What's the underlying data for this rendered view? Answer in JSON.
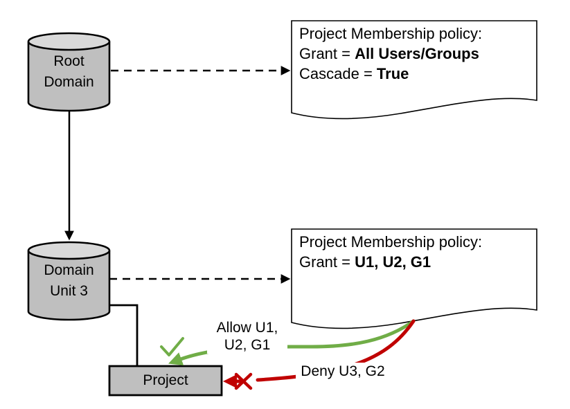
{
  "colors": {
    "green": "#70AD47",
    "red": "#C00000",
    "node_fill": "#BFBFBF",
    "node_top_fill": "#D9D9D9",
    "outline": "#000000",
    "doc_fill": "#FFFFFF"
  },
  "nodes": {
    "root_domain": {
      "line1": "Root",
      "line2": "Domain"
    },
    "domain_unit3": {
      "line1": "Domain",
      "line2": "Unit 3"
    },
    "project": {
      "label": "Project"
    }
  },
  "policies": {
    "root": {
      "title": "Project Membership policy:",
      "grant_label": "Grant = ",
      "grant_value": "All Users/Groups",
      "cascade_label": "Cascade = ",
      "cascade_value": "True"
    },
    "unit3": {
      "title": "Project Membership policy:",
      "grant_label": "Grant = ",
      "grant_value": "U1, U2, G1"
    }
  },
  "annotations": {
    "allow": {
      "line1": "Allow U1,",
      "line2": "U2, G1"
    },
    "deny": {
      "label": "Deny U3, G2"
    }
  }
}
